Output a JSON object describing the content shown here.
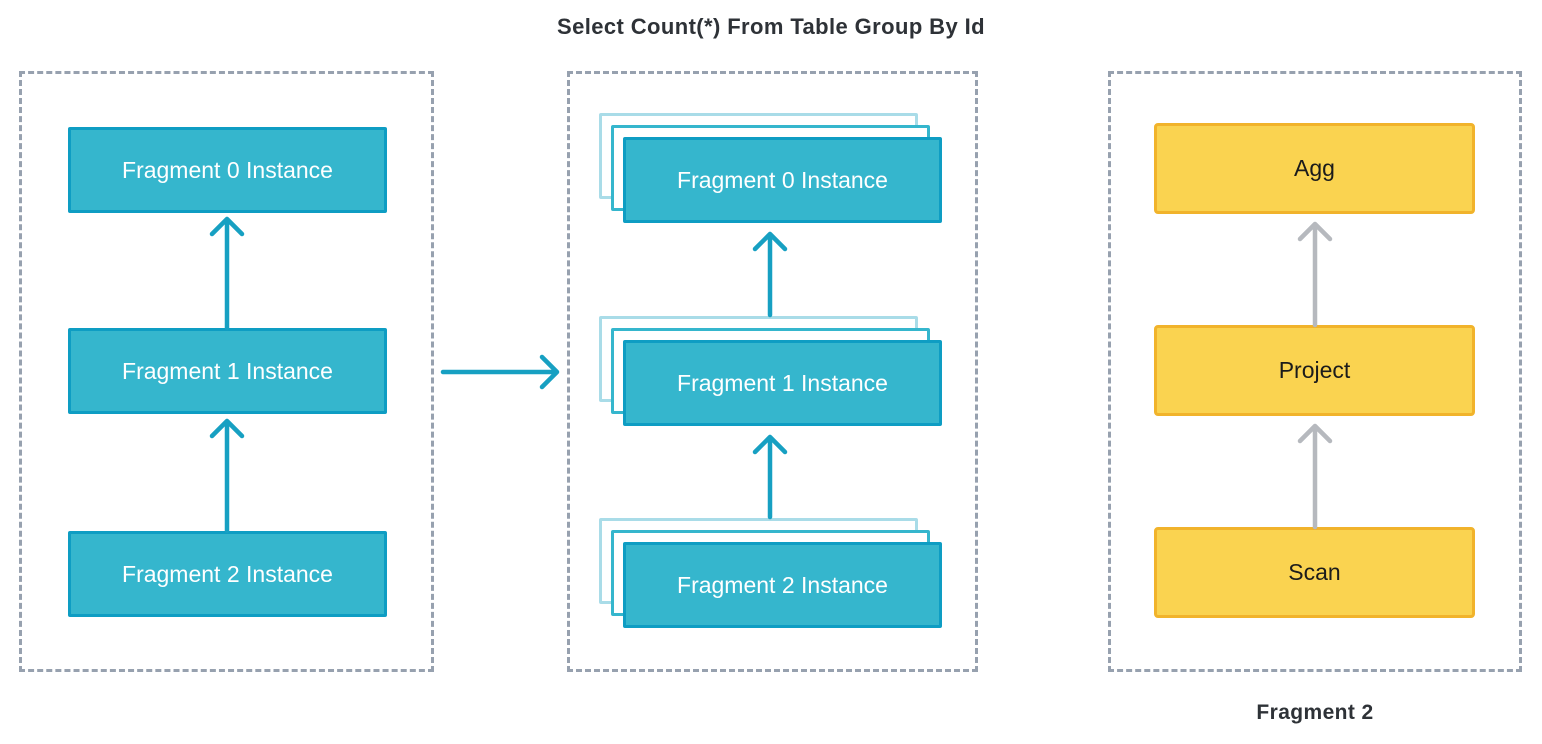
{
  "title": "Select Count(*) From Table Group By Id",
  "colors": {
    "teal_fill": "#35B6CD",
    "teal_border": "#0E9DC3",
    "teal_stack_mid": "#35B6CD",
    "teal_stack_back": "#A9DCE8",
    "arrow_teal": "#17A0C2",
    "yellow_fill": "#FAD350",
    "yellow_border": "#F1B32B",
    "gray_arrow": "#B6B9BE",
    "panel_border": "#97A1AF",
    "title_color": "#2E3237"
  },
  "panels": {
    "left": {
      "boxes": [
        "Fragment 0 Instance",
        "Fragment 1 Instance",
        "Fragment 2 Instance"
      ]
    },
    "middle": {
      "boxes": [
        "Fragment 0 Instance",
        "Fragment 1 Instance",
        "Fragment 2 Instance"
      ]
    },
    "right": {
      "boxes": [
        "Agg",
        "Project",
        "Scan"
      ],
      "caption": "Fragment 2"
    }
  }
}
